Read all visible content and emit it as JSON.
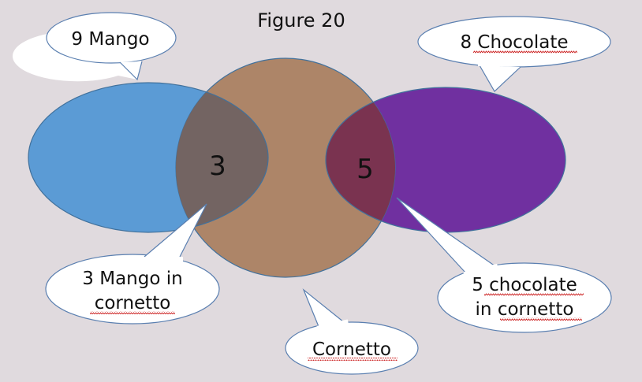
{
  "title": "Figure 20",
  "colors": {
    "background": "#e0dade",
    "mango": "#5b9bd5",
    "cornetto": "#ad8568",
    "chocolate": "#7030a0",
    "mango_overlap": "#736462",
    "chocolate_overlap": "#7a3350",
    "outline": "#41719c",
    "callout_fill": "#ffffff",
    "callout_stroke": "#5a7fb0",
    "spell_underline": "#cc2222"
  },
  "regions": {
    "mango_overlap_count": "3",
    "chocolate_overlap_count": "5"
  },
  "callouts": {
    "mango": "9 Mango",
    "chocolate": "8 Chocolate",
    "mango_in_cornetto": [
      "3 Mango in",
      "cornetto"
    ],
    "chocolate_in_cornetto": [
      "5 chocolate",
      "in cornetto"
    ],
    "cornetto": "Cornetto"
  }
}
